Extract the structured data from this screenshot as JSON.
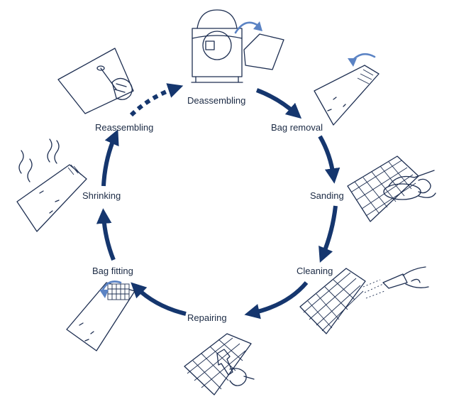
{
  "colors": {
    "arrow": "#15366e",
    "ink": "#1e2f52",
    "accent": "#5b83c4",
    "label": "#1b2a44",
    "background": "#ffffff"
  },
  "steps": [
    {
      "id": "deassembling",
      "label": "Deassembling",
      "icon": "machine-open-lid-icon"
    },
    {
      "id": "bag-removal",
      "label": "Bag removal",
      "icon": "bag-removal-icon"
    },
    {
      "id": "sanding",
      "label": "Sanding",
      "icon": "sanding-hand-icon"
    },
    {
      "id": "cleaning",
      "label": "Cleaning",
      "icon": "air-gun-cleaning-icon"
    },
    {
      "id": "repairing",
      "label": "Repairing",
      "icon": "wrench-repair-icon"
    },
    {
      "id": "bag-fitting",
      "label": "Bag fitting",
      "icon": "bag-fitting-icon"
    },
    {
      "id": "shrinking",
      "label": "Shrinking",
      "icon": "heat-shrinking-icon"
    },
    {
      "id": "reassembling",
      "label": "Reassembling",
      "icon": "screwdriver-reassembly-icon"
    }
  ],
  "cycle": {
    "direction": "clockwise",
    "dashed_segment": "reassembling-to-deassembling"
  }
}
